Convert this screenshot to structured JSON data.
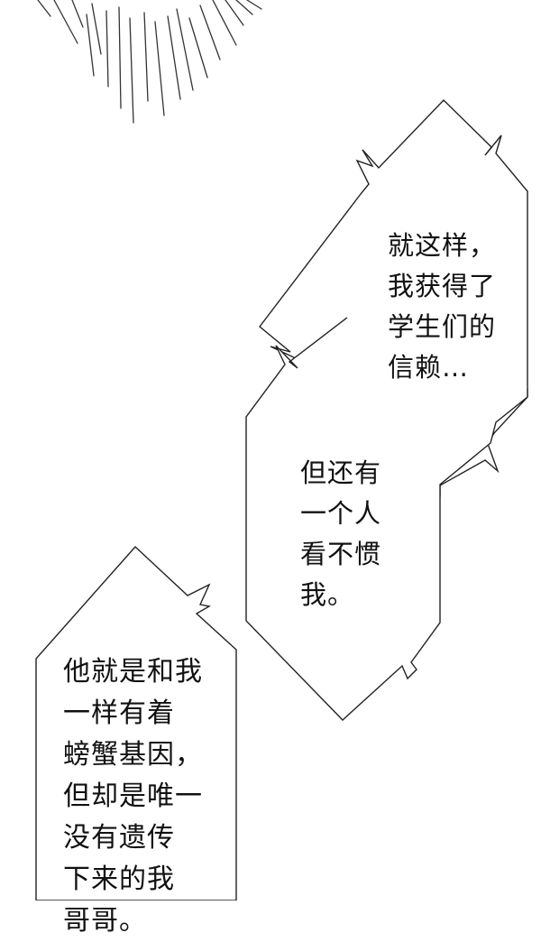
{
  "bubbles": {
    "first": "就这样，\n我获得了\n学生们的\n信赖…",
    "second": "但还有\n一个人\n看不惯\n我。",
    "third": "他就是和我\n一样有着\n螃蟹基因，\n但却是唯一\n没有遗传\n下来的我\n哥哥。"
  },
  "colors": {
    "background": "#ffffff",
    "ink": "#111111",
    "outline": "#222222"
  }
}
